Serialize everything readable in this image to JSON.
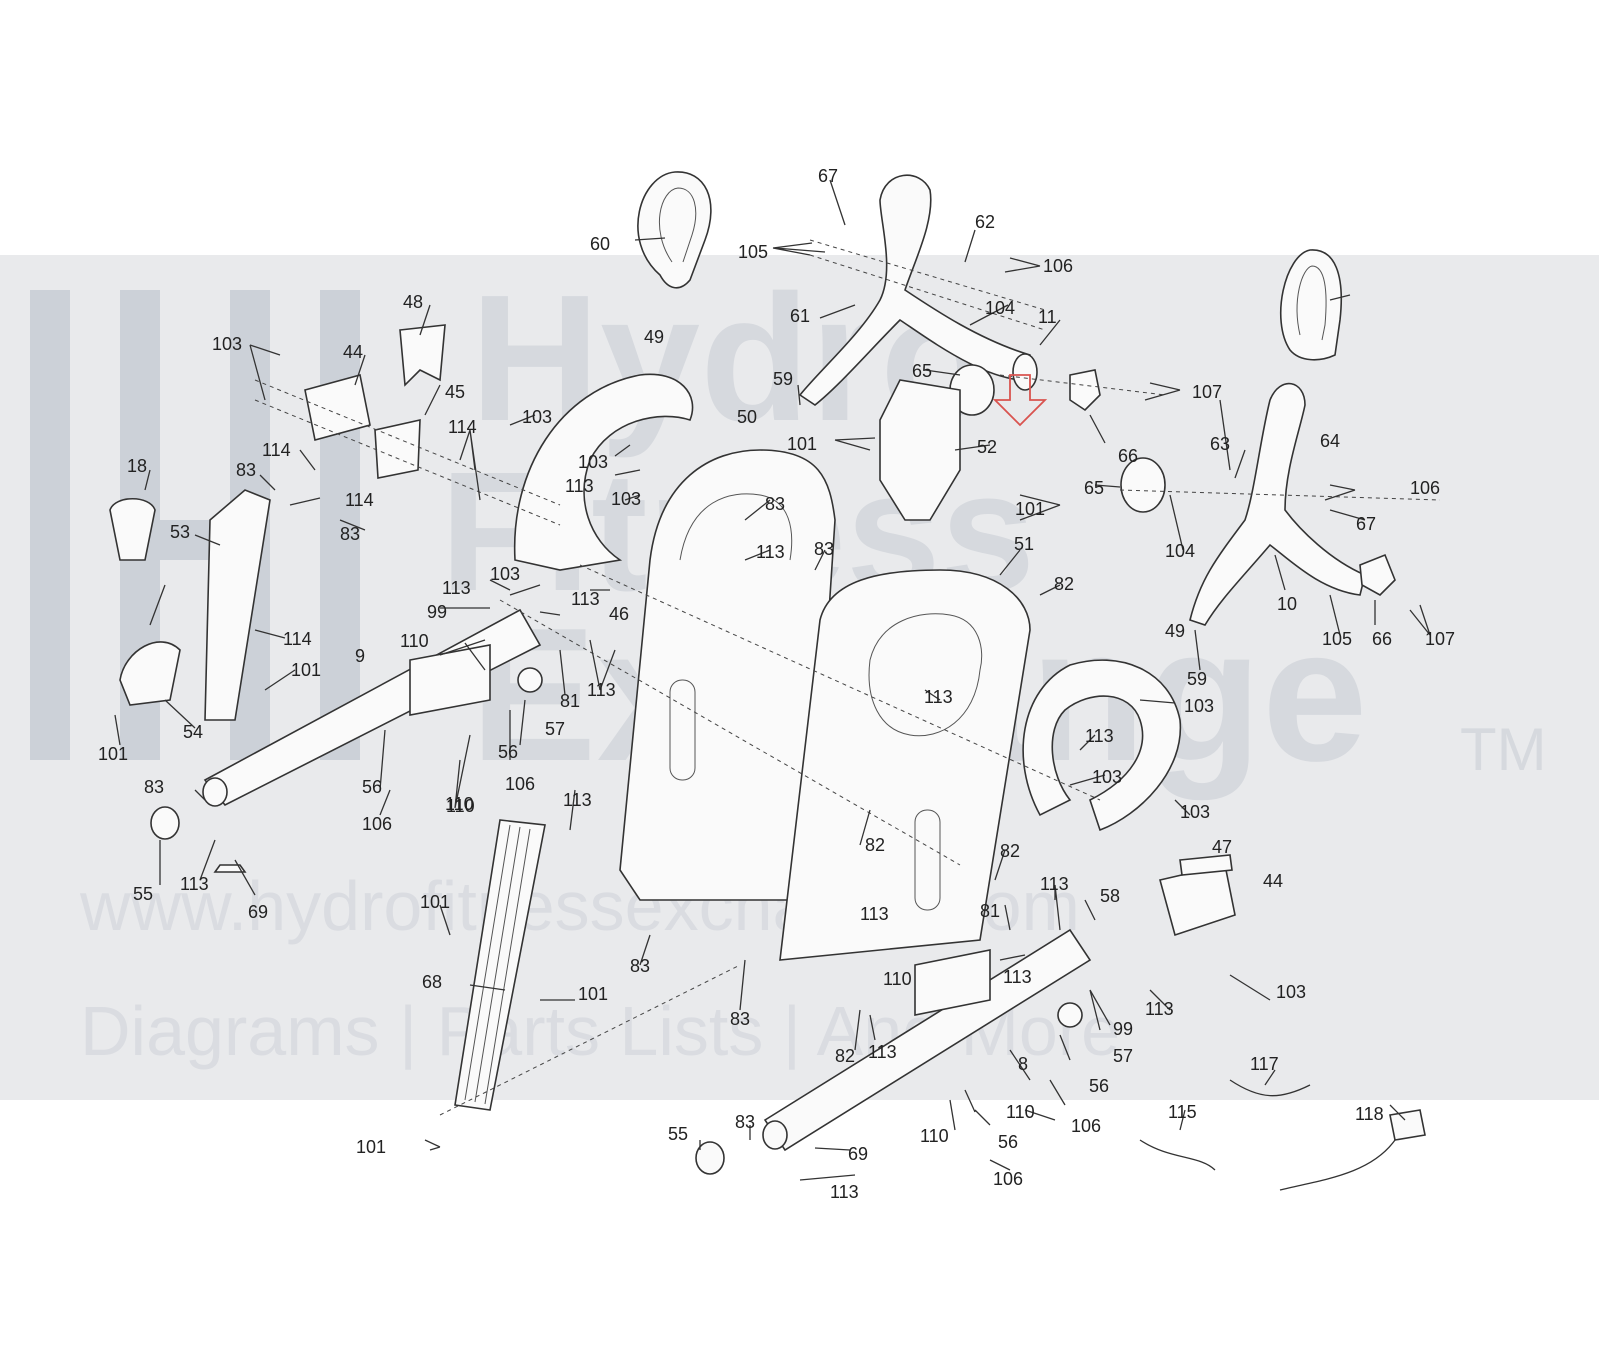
{
  "watermark": {
    "brand_top": "Hydro",
    "brand_mid": "Fitness",
    "brand_bottom": "Exchange",
    "trademark": "TM",
    "url": "www.hydrofitnessexchange.com",
    "tagline": "Diagrams | Parts Lists | And More",
    "band_color": "#e9eaec"
  },
  "highlight": {
    "color": "#d9534f",
    "icon": "down-arrow-outline-icon"
  },
  "labels": [
    "60",
    "67",
    "105",
    "62",
    "106",
    "61",
    "104",
    "11",
    "48",
    "103",
    "44",
    "45",
    "49",
    "65",
    "107",
    "59",
    "101",
    "52",
    "66",
    "50",
    "103",
    "114",
    "18",
    "83",
    "114",
    "83",
    "114",
    "53",
    "103",
    "113",
    "103",
    "63",
    "64",
    "106",
    "65",
    "67",
    "104",
    "83",
    "113",
    "83",
    "103",
    "51",
    "82",
    "101",
    "113",
    "46",
    "99",
    "113",
    "110",
    "9",
    "114",
    "101",
    "57",
    "81",
    "113",
    "10",
    "105",
    "66",
    "107",
    "49",
    "59",
    "54",
    "101",
    "56",
    "106",
    "110",
    "56",
    "113",
    "103",
    "83",
    "113",
    "55",
    "113",
    "106",
    "110",
    "113",
    "103",
    "103",
    "82",
    "69",
    "113",
    "82",
    "101",
    "83",
    "113",
    "47",
    "44",
    "81",
    "58",
    "103",
    "113",
    "68",
    "101",
    "110",
    "113",
    "83",
    "99",
    "113",
    "57",
    "82",
    "8",
    "56",
    "55",
    "83",
    "101",
    "110",
    "117",
    "106",
    "115",
    "118",
    "110",
    "56",
    "69",
    "106",
    "113"
  ]
}
